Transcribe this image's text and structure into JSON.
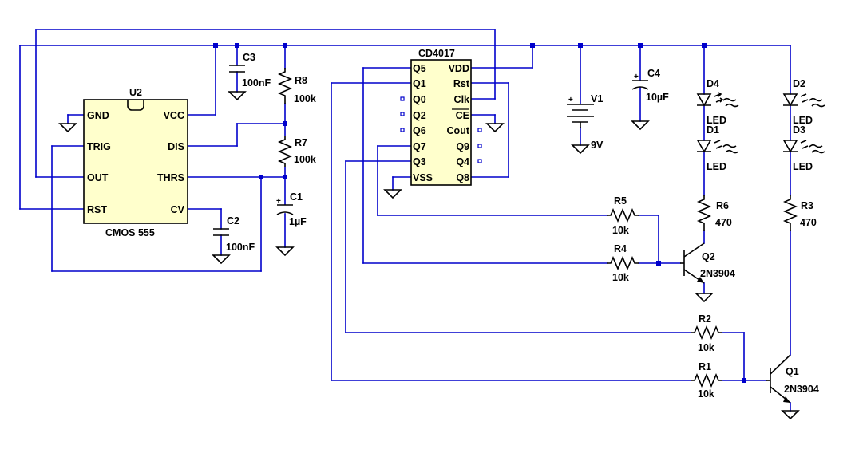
{
  "u2": {
    "ref": "U2",
    "value": "CMOS 555",
    "pins": {
      "gnd": "GND",
      "vcc": "VCC",
      "trig": "TRIG",
      "dis": "DIS",
      "out": "OUT",
      "thrs": "THRS",
      "rst": "RST",
      "cv": "CV"
    }
  },
  "u1": {
    "value": "CD4017",
    "pins": {
      "q5": "Q5",
      "vdd": "VDD",
      "q1": "Q1",
      "rst": "Rst",
      "q0": "Q0",
      "clk": "Clk",
      "q2": "Q2",
      "ce": "CE",
      "q6": "Q6",
      "cout": "Cout",
      "q7": "Q7",
      "q9": "Q9",
      "q3": "Q3",
      "q4": "Q4",
      "vss": "VSS",
      "q8": "Q8"
    }
  },
  "c1": {
    "ref": "C1",
    "value": "1µF"
  },
  "c2": {
    "ref": "C2",
    "value": "100nF"
  },
  "c3": {
    "ref": "C3",
    "value": "100nF"
  },
  "c4": {
    "ref": "C4",
    "value": "10µF"
  },
  "r1": {
    "ref": "R1",
    "value": "10k"
  },
  "r2": {
    "ref": "R2",
    "value": "10k"
  },
  "r3": {
    "ref": "R3",
    "value": "470"
  },
  "r4": {
    "ref": "R4",
    "value": "10k"
  },
  "r5": {
    "ref": "R5",
    "value": "10k"
  },
  "r6": {
    "ref": "R6",
    "value": "470"
  },
  "r7": {
    "ref": "R7",
    "value": "100k"
  },
  "r8": {
    "ref": "R8",
    "value": "100k"
  },
  "v1": {
    "ref": "V1",
    "value": "9V"
  },
  "q1": {
    "ref": "Q1",
    "value": "2N3904"
  },
  "q2": {
    "ref": "Q2",
    "value": "2N3904"
  },
  "d1": {
    "ref": "D1",
    "value": "LED"
  },
  "d2": {
    "ref": "D2",
    "value": "LED"
  },
  "d3": {
    "ref": "D3",
    "value": "LED"
  },
  "d4": {
    "ref": "D4",
    "value": "LED"
  },
  "polarity": {
    "plus": "+"
  },
  "colors": {
    "wire": "#0000cc",
    "chip_fill": "#ffffcc",
    "component": "#000000",
    "background": "#ffffff"
  }
}
